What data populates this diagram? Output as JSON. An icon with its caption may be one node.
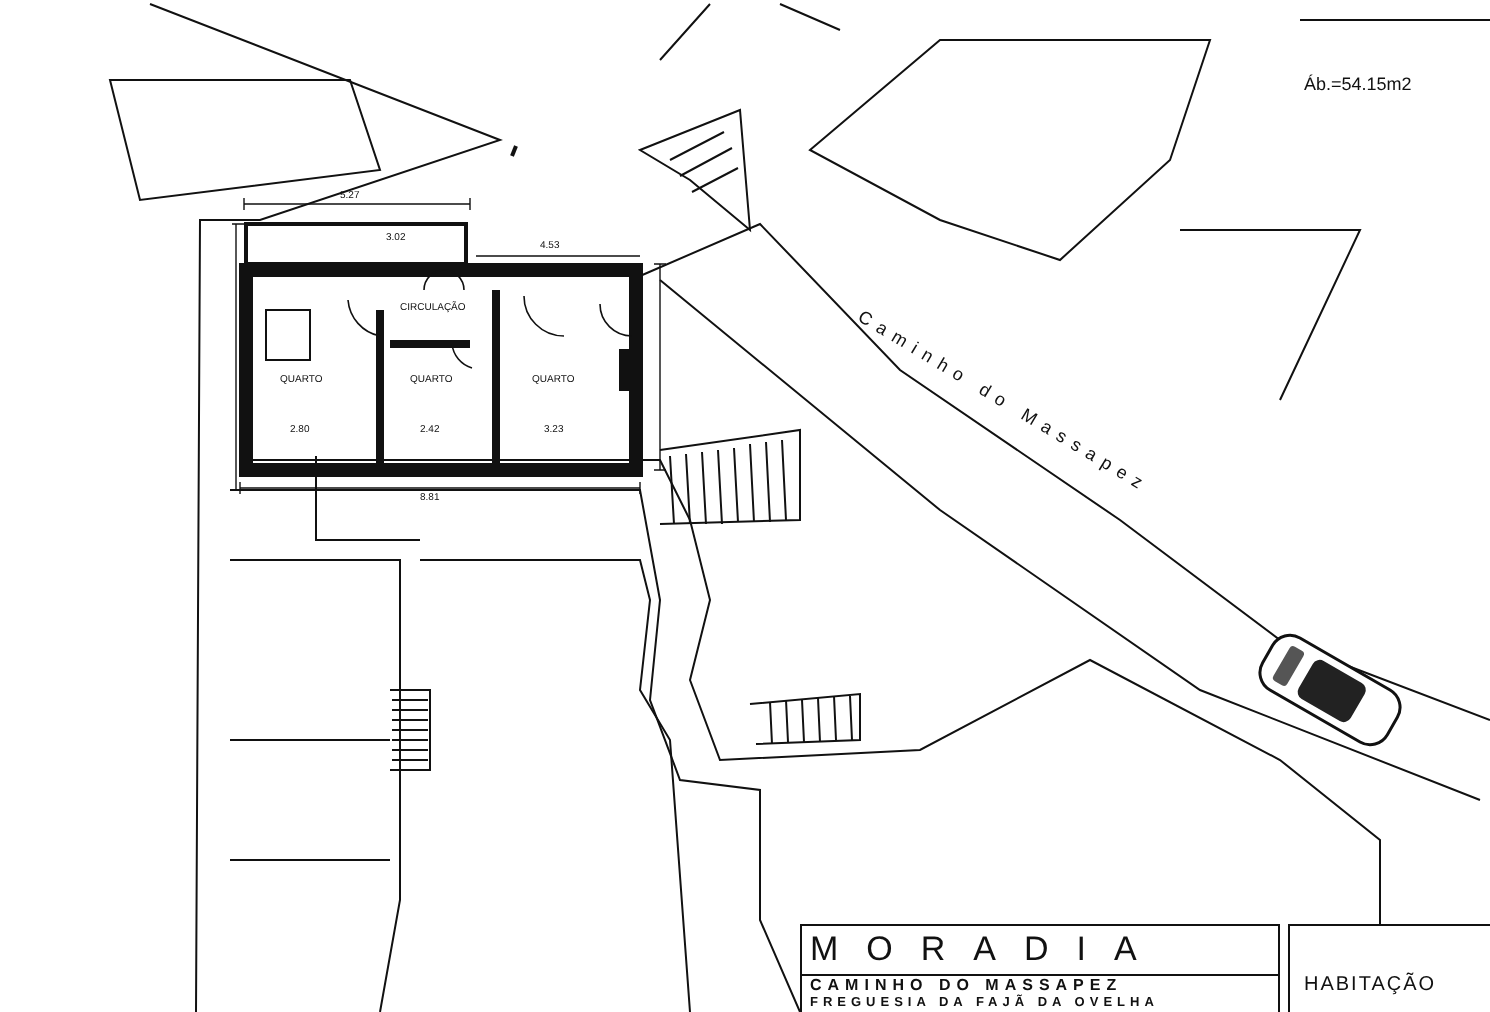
{
  "diagram": {
    "labels": [
      "Áb.=54.15m2",
      "5.27",
      "3.02",
      "4.53",
      "CIRCULAÇÃO",
      "QUARTO",
      "QUARTO",
      "QUARTO",
      "2.80",
      "2.42",
      "3.23",
      "8.81",
      "Caminho do Massapez",
      "MORADIA",
      "CAMINHO DO MASSAPEZ",
      "FREGUESIA DA FAJÃ DA OVELHA",
      "HABITAÇÃO"
    ]
  }
}
